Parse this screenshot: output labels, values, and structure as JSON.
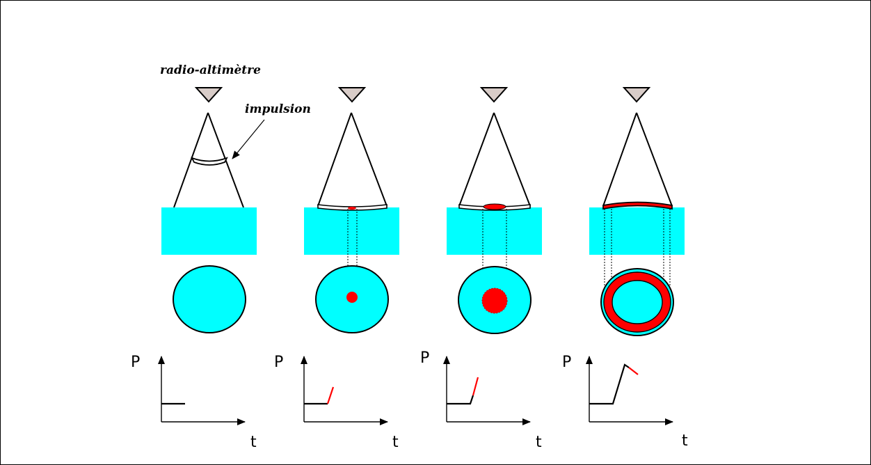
{
  "labels": {
    "altimeter": "radio-altimètre",
    "pulse": "impulsion"
  },
  "axis": {
    "y_label": "P",
    "x_label": "t"
  },
  "colors": {
    "water": "#00ffff",
    "echo": "#ff0000",
    "satellite": "#d8ccc8",
    "line": "#000000"
  },
  "panels": [
    {
      "stage": 1,
      "echo_shape": "none",
      "return_power": "flat"
    },
    {
      "stage": 2,
      "echo_shape": "small-disc",
      "return_power": "rising"
    },
    {
      "stage": 3,
      "echo_shape": "large-disc",
      "return_power": "rising"
    },
    {
      "stage": 4,
      "echo_shape": "ring",
      "return_power": "peak-then-decay"
    }
  ]
}
